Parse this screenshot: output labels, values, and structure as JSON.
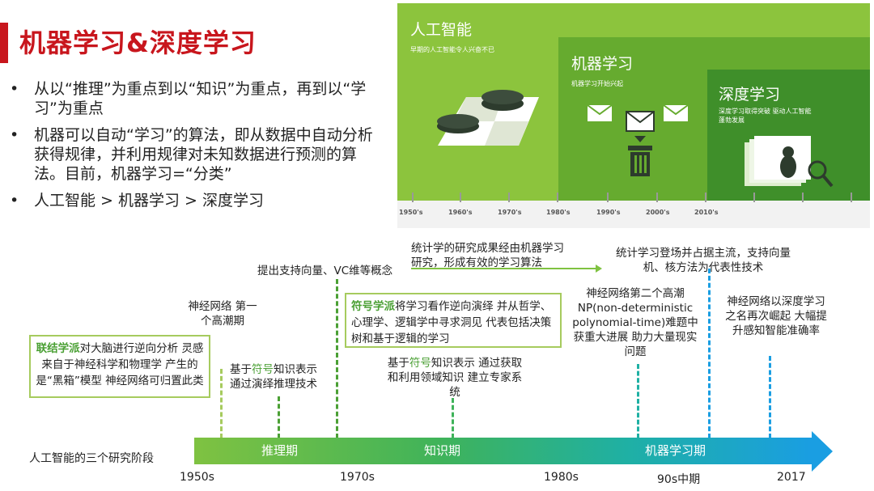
{
  "header": {
    "title": "机器学习&深度学习"
  },
  "bullets": [
    "从以“推理”为重点到以“知识”为重点，再到以“学习”为重点",
    "机器可以自动“学习”的算法，即从数据中自动分析获得规律，并利用规律对未知数据进行预测的算法。目前，机器学习=“分类”",
    "人工智能 > 机器学习 > 深度学习"
  ],
  "bullet_symbol": "•",
  "illustration": {
    "ai": {
      "title": "人工智能",
      "subtitle": "早期的人工智能令人兴奋不已"
    },
    "ml": {
      "title": "机器学习",
      "subtitle": "机器学习开始兴起"
    },
    "dl": {
      "title": "深度学习",
      "subtitle": "深度学习取得突破 驱动人工智能蓬勃发展"
    },
    "decades": [
      "1950's",
      "1960's",
      "1970's",
      "1980's",
      "1990's",
      "2000's",
      "2010's"
    ],
    "colors": {
      "ai": "#8cc43d",
      "ml": "#66ab2f",
      "dl": "#3f8f2a"
    }
  },
  "events": {
    "nn_peak1": "神经网络 第一个高潮期",
    "connectionism_label": "联结学派",
    "connectionism_text": "对大脑进行逆向分析 灵感来自于神经科学和物理学 产生的是“黑箱”模型 神经网络可归置此类",
    "deduction_pre": "基于",
    "deduction_hl": "符号",
    "deduction_post": "知识表示 通过演绎推理技术",
    "svm": "提出支持向量、VC维等概念",
    "stat_ml": "统计学的研究成果经由机器学习 研究，形成有效的学习算法",
    "symbolism_label": "符号学派",
    "symbolism_text": "将学习看作逆向演绎 并从哲学、心理学、逻辑学中寻求洞见 代表包括决策树和基于逻辑的学习",
    "expert_pre": "基于",
    "expert_hl": "符号",
    "expert_post": "知识表示 通过获取和利用领域知识 建立专家系统",
    "stat_main": "统计学习登场并占据主流，支持向量机、核方法为代表性技术",
    "nn_peak2": "神经网络第二个高潮 NP(non-deterministic polynomial-time)难题中获重大进展 助力大量现实问题",
    "deep": "神经网络以深度学习之名再次崛起 大幅提升感知智能准确率"
  },
  "timeline": {
    "label": "人工智能的三个研究阶段",
    "phases": [
      "推理期",
      "知识期",
      "机器学习期"
    ],
    "years": [
      "1950s",
      "1970s",
      "1980s",
      "90s中期",
      "2017"
    ]
  },
  "colors": {
    "title_red": "#c8161d",
    "green": "#7fc241",
    "teal": "#1fb0a4",
    "blue": "#1a9ee2"
  }
}
